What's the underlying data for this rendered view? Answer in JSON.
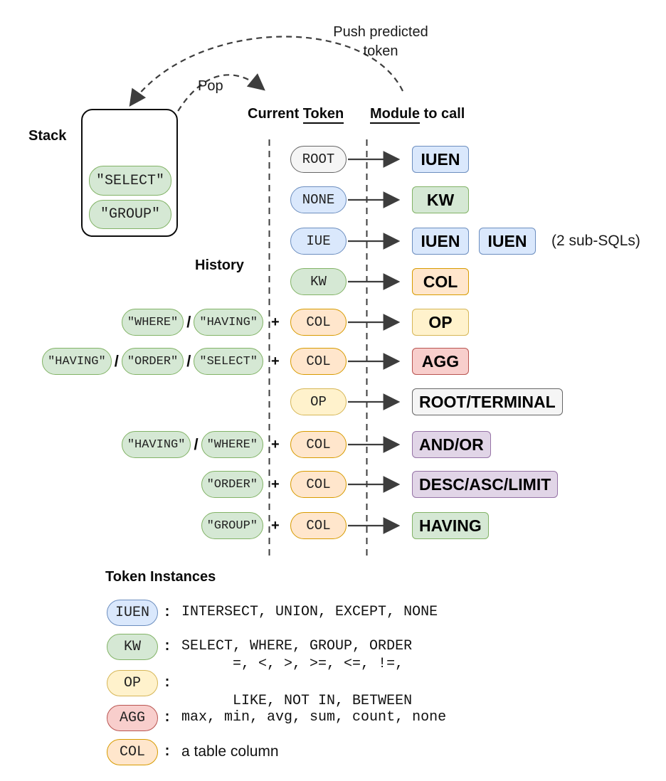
{
  "top": {
    "push_label_line1": "Push predicted",
    "push_label_line2": "token",
    "pop_label": "Pop"
  },
  "stack": {
    "title": "Stack",
    "items": [
      "\"SELECT\"",
      "\"GROUP\""
    ]
  },
  "columns": {
    "current_token_prefix": "Current",
    "current_token_underlined": "Token",
    "module_underlined": "Module",
    "module_suffix": "to call",
    "history_label": "History"
  },
  "symbols": {
    "slash": "/",
    "plus": "+",
    "colon": ":"
  },
  "rows": [
    {
      "history": [],
      "token": {
        "label": "ROOT",
        "kind": "gray"
      },
      "modules": [
        {
          "label": "IUEN",
          "kind": "blue"
        }
      ],
      "note": ""
    },
    {
      "history": [],
      "token": {
        "label": "NONE",
        "kind": "blue"
      },
      "modules": [
        {
          "label": "KW",
          "kind": "green"
        }
      ],
      "note": ""
    },
    {
      "history": [],
      "token": {
        "label": "IUE",
        "kind": "blue"
      },
      "modules": [
        {
          "label": "IUEN",
          "kind": "blue"
        },
        {
          "label": "IUEN",
          "kind": "blue"
        }
      ],
      "note": "(2 sub-SQLs)"
    },
    {
      "history": [],
      "token": {
        "label": "KW",
        "kind": "green"
      },
      "modules": [
        {
          "label": "COL",
          "kind": "orange"
        }
      ],
      "note": ""
    },
    {
      "history": [
        {
          "label": "\"WHERE\""
        },
        {
          "label": "\"HAVING\""
        }
      ],
      "token": {
        "label": "COL",
        "kind": "orange"
      },
      "modules": [
        {
          "label": "OP",
          "kind": "yellow"
        }
      ],
      "note": ""
    },
    {
      "history": [
        {
          "label": "\"HAVING\""
        },
        {
          "label": "\"ORDER\""
        },
        {
          "label": "\"SELECT\""
        }
      ],
      "token": {
        "label": "COL",
        "kind": "orange"
      },
      "modules": [
        {
          "label": "AGG",
          "kind": "red"
        }
      ],
      "note": ""
    },
    {
      "history": [],
      "token": {
        "label": "OP",
        "kind": "yellow"
      },
      "modules": [
        {
          "label": "ROOT/TERMINAL",
          "kind": "gray"
        }
      ],
      "note": ""
    },
    {
      "history": [
        {
          "label": "\"HAVING\""
        },
        {
          "label": "\"WHERE\""
        }
      ],
      "token": {
        "label": "COL",
        "kind": "orange"
      },
      "modules": [
        {
          "label": "AND/OR",
          "kind": "purple"
        }
      ],
      "note": ""
    },
    {
      "history": [
        {
          "label": "\"ORDER\""
        }
      ],
      "token": {
        "label": "COL",
        "kind": "orange"
      },
      "modules": [
        {
          "label": "DESC/ASC/LIMIT",
          "kind": "purple"
        }
      ],
      "note": ""
    },
    {
      "history": [
        {
          "label": "\"GROUP\""
        }
      ],
      "token": {
        "label": "COL",
        "kind": "orange"
      },
      "modules": [
        {
          "label": "HAVING",
          "kind": "green"
        }
      ],
      "note": ""
    }
  ],
  "legend": {
    "title": "Token Instances",
    "entries": [
      {
        "token": "IUEN",
        "kind": "blue",
        "value": "INTERSECT, UNION, EXCEPT, NONE"
      },
      {
        "token": "KW",
        "kind": "green",
        "value": "SELECT, WHERE, GROUP, ORDER"
      },
      {
        "token": "OP",
        "kind": "yellow",
        "value_line1": "=, <, >, >=, <=, !=,",
        "value_line2": "LIKE, NOT IN, BETWEEN"
      },
      {
        "token": "AGG",
        "kind": "red",
        "value": "max, min, avg, sum, count, none"
      },
      {
        "token": "COL",
        "kind": "orange",
        "value": "a table column"
      }
    ]
  },
  "colors": {
    "green_fill": "#d5e8d4",
    "green_stroke": "#82b366",
    "blue_fill": "#dae8fc",
    "blue_stroke": "#6c8ebf",
    "orange_fill": "#ffe6cc",
    "orange_stroke": "#d79b00",
    "yellow_fill": "#fff2cc",
    "yellow_stroke": "#d6b656",
    "red_fill": "#f8cecc",
    "red_stroke": "#b85450",
    "purple_fill": "#e1d5e7",
    "purple_stroke": "#9673a6",
    "gray_fill": "#f5f5f5",
    "gray_stroke": "#666666",
    "line": "#3d3d3d"
  }
}
